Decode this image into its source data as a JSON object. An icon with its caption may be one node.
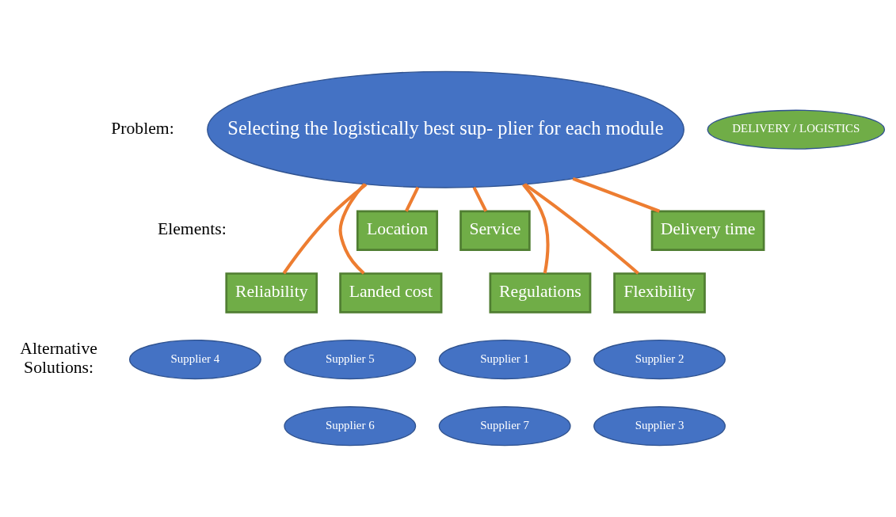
{
  "diagram": {
    "nodes": [
      {
        "text": [
          "Selecting the logistically best sup- plier for each module"
        ]
      },
      {
        "text": [
          "DELIVERY / LOGISTICS"
        ]
      },
      {
        "text": [
          "Location"
        ]
      },
      {
        "text": [
          "Service"
        ]
      },
      {
        "text": [
          "Delivery time"
        ]
      },
      {
        "text": [
          "Reliability"
        ]
      },
      {
        "text": [
          "Landed cost"
        ]
      },
      {
        "text": [
          "Regulations"
        ]
      },
      {
        "text": [
          "Flexibility"
        ]
      },
      {
        "text": [
          "Supplier 4"
        ]
      },
      {
        "text": [
          "Supplier 5"
        ]
      },
      {
        "text": [
          "Supplier 1"
        ]
      },
      {
        "text": [
          "Supplier 2"
        ]
      },
      {
        "text": [
          "Supplier 6"
        ]
      },
      {
        "text": [
          "Supplier 7"
        ]
      },
      {
        "text": [
          "Supplier 3"
        ]
      }
    ],
    "edges": [
      {
        "from": 0,
        "to": 2,
        "arrow": "none"
      },
      {
        "from": 0,
        "to": 3,
        "arrow": "none"
      },
      {
        "from": 0,
        "to": 4,
        "arrow": "none"
      },
      {
        "from": 0,
        "to": 5,
        "arrow": "none"
      },
      {
        "from": 0,
        "to": 6,
        "arrow": "none"
      },
      {
        "from": 0,
        "to": 7,
        "arrow": "none"
      },
      {
        "from": 0,
        "to": 8,
        "arrow": "none"
      }
    ],
    "labels": [
      "Problem:",
      "Elements:",
      "Alternative Solutions:"
    ]
  }
}
